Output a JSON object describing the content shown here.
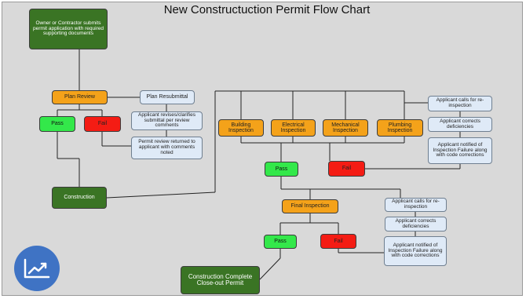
{
  "title": "New Constructuction Permit Flow Chart",
  "nodes": {
    "start": "Owner or Contractor submits permit application with required supporting documents",
    "plan_review": "Plan Review",
    "plan_resubmittal": "Plan Resubmittal",
    "pass1": "Pass",
    "fail1": "Fail",
    "revise": "Applicant revises/clarifies submittal per review comments",
    "returned": "Permit review returned to applicant with comments noted",
    "construction": "Construction",
    "building_inspection": "Building Inspection",
    "electrical_inspection": "Electrical Inspection",
    "mechanical_inspection": "Mechanical Inspection",
    "plumbing_inspection": "Plumbing Inspection",
    "calls1": "Applicant calls for re-inspection",
    "corrects1": "Applicant corrects deficiencies",
    "notified1": "Applicant notified of Inspection Failure along with code corrections",
    "pass2": "Pass",
    "fail2": "Fail",
    "final_inspection": "Final Inspection",
    "calls2": "Applicant calls for re-inspection",
    "corrects2": "Applicant corrects deficiencies",
    "notified2": "Applicant notified of Inspection Failure along with code corrections",
    "pass3": "Pass",
    "fail3": "Fail",
    "complete": "Construction Complete Close-out Permit"
  },
  "icon": "trending-up-chart-icon"
}
